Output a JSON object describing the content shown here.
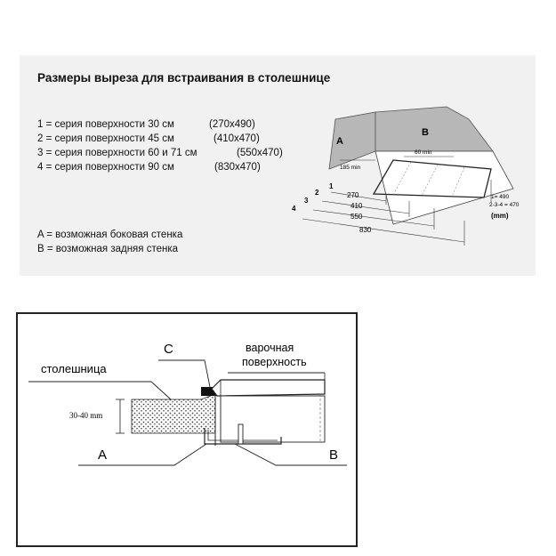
{
  "top": {
    "title": "Размеры выреза для встраивания в столешнице",
    "series": [
      {
        "label": "1 = серия поверхности 30 см",
        "size": "(270x490)"
      },
      {
        "label": "2 = серия поверхности 45 см",
        "size": "(410x470)"
      },
      {
        "label": "3 = серия поверхности 60 и 71 см",
        "size": "(550x470)"
      },
      {
        "label": "4 = серия поверхности 90 см",
        "size": "(830x470)"
      }
    ],
    "wall_a": "A = возможная боковая стенка",
    "wall_b": "B = возможная задняя стенка",
    "diagram": {
      "label_a": "A",
      "label_b": "B",
      "min_side": "185 min",
      "min_back": "60 min",
      "dim_1": "270",
      "dim_2": "410",
      "dim_3": "550",
      "dim_4": "830",
      "n1": "1",
      "n2": "2",
      "n3": "3",
      "n4": "4",
      "depth_1": "1= 490",
      "depth_234": "2-3-4 = 470",
      "unit": "(mm)"
    }
  },
  "bottom": {
    "label_c": "C",
    "label_a": "A",
    "label_b": "B",
    "countertop": "столешница",
    "hob_line1": "варочная",
    "hob_line2": "поверхность",
    "thickness": "30-40 mm"
  }
}
